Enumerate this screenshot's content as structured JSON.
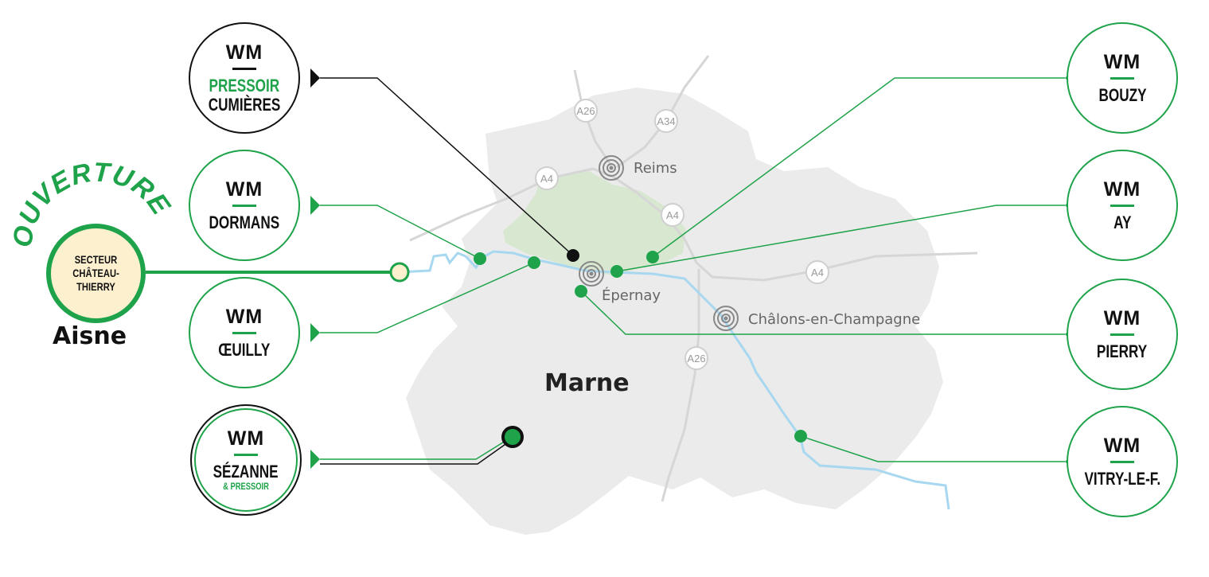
{
  "colors": {
    "accent": "#1fa34a",
    "map_fill": "#ebebeb",
    "vineyard": "#d8e8d0",
    "river": "#a8d8f0",
    "sector_fill": "#fdf0cf",
    "ink": "#111111"
  },
  "region_labels": {
    "marne": "Marne",
    "aisne": "Aisne"
  },
  "opening": {
    "arc_text": "OUVERTURE",
    "sector_lines": [
      "SECTEUR",
      "CHÂTEAU-",
      "THIERRY"
    ]
  },
  "cities": {
    "reims": "Reims",
    "epernay": "Épernay",
    "chalons": "Châlons-en-Champagne"
  },
  "roads": {
    "a26_north": "A26",
    "a34": "A34",
    "a4_west": "A4",
    "a4_center": "A4",
    "a4_east": "A4",
    "a26_south": "A26"
  },
  "sites": {
    "pressoir_cumieres": {
      "logo": "WM",
      "line1": "PRESSOIR",
      "line2": "CUMIÈRES"
    },
    "dormans": {
      "logo": "WM",
      "name": "DORMANS"
    },
    "oeuilly": {
      "logo": "WM",
      "name": "ŒUILLY"
    },
    "sezanne": {
      "logo": "WM",
      "name": "SÉZANNE",
      "sub": "& PRESSOIR"
    },
    "bouzy": {
      "logo": "WM",
      "name": "BOUZY"
    },
    "ay": {
      "logo": "WM",
      "name": "AY"
    },
    "pierry": {
      "logo": "WM",
      "name": "PIERRY"
    },
    "vitry": {
      "logo": "WM",
      "name": "VITRY-LE-F."
    }
  }
}
